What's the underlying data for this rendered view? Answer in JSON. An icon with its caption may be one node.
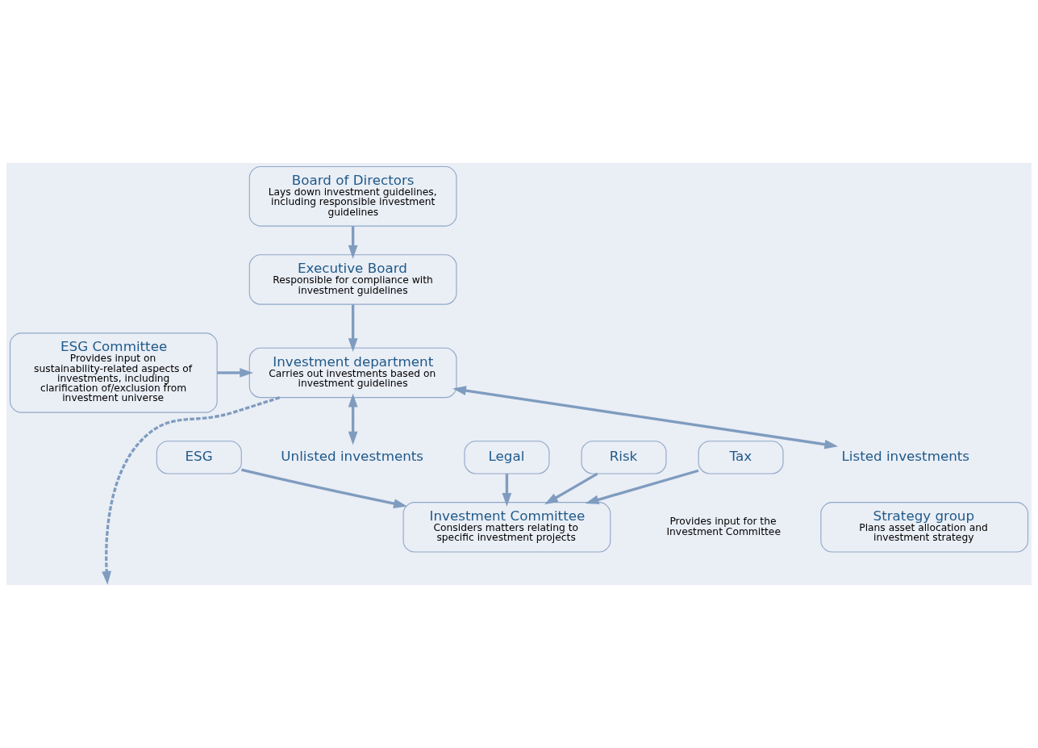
{
  "diagram": {
    "nodes": [
      {
        "text": [
          "Board of Directors",
          "Lays down investment guidelines, including responsible investment guidelines"
        ]
      },
      {
        "text": [
          "Executive Board",
          "Responsible for compliance with investment guidelines"
        ]
      },
      {
        "text": [
          "ESG Committee",
          "Provides input on sustainability-related aspects of investments, including clarification of/exclusion from investment universe"
        ]
      },
      {
        "text": [
          "Investment department",
          "Carries out investments based on investment guidelines"
        ]
      },
      {
        "text": [
          "Listed investments"
        ]
      },
      {
        "text": [
          "Unlisted investments"
        ]
      },
      {
        "text": [
          "Strategy group",
          "Plans asset allocation and investment strategy"
        ]
      },
      {
        "text": [
          "Investment Committee",
          "Considers matters relating to specific investment projects"
        ]
      },
      {
        "text": [
          "Legal"
        ]
      },
      {
        "text": [
          "Risk"
        ]
      },
      {
        "text": [
          "ESG"
        ]
      },
      {
        "text": [
          "Tax"
        ]
      }
    ],
    "edges": [
      {
        "from": 0,
        "to": 1,
        "arrow": "to"
      },
      {
        "from": 1,
        "to": 3,
        "arrow": "to"
      },
      {
        "from": 2,
        "to": 3,
        "arrow": "to"
      },
      {
        "from": 3,
        "to": 4,
        "arrow": "both"
      },
      {
        "from": 3,
        "to": 5,
        "arrow": "both"
      },
      {
        "from": 3,
        "to": null,
        "arrow": "to",
        "style": "dashed"
      },
      {
        "from": 8,
        "to": 7,
        "arrow": "to"
      },
      {
        "from": 9,
        "to": 7,
        "arrow": "to"
      },
      {
        "from": 10,
        "to": 7,
        "arrow": "to"
      },
      {
        "from": 11,
        "to": 7,
        "arrow": "to"
      }
    ],
    "labels": [
      "Provides input for the Investment Committee"
    ]
  }
}
